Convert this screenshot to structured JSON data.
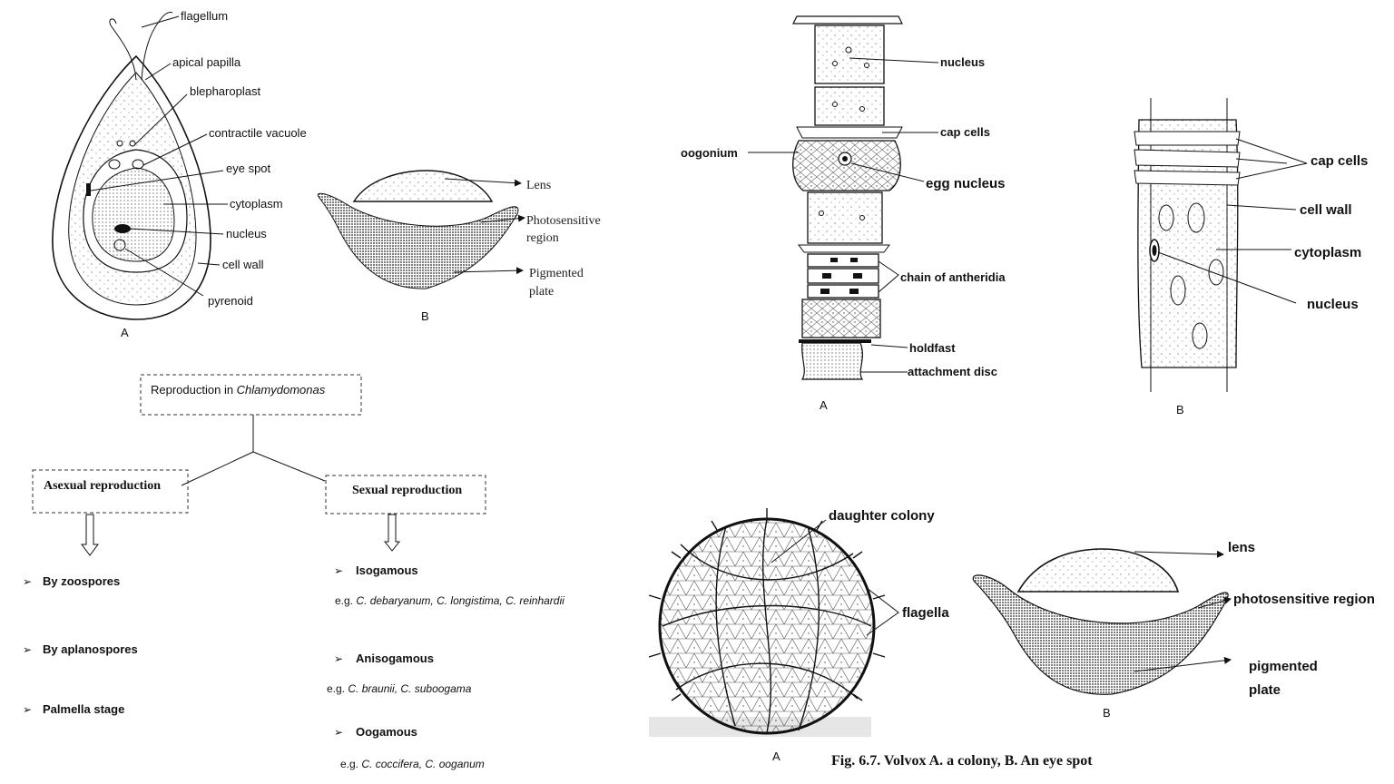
{
  "chlamy": {
    "labels": {
      "flagellum": "flagellum",
      "apical_papilla": "apical papilla",
      "blepharoplast": "blepharoplast",
      "contractile_vacuole": "contractile vacuole",
      "eye_spot": "eye spot",
      "cytoplasm": "cytoplasm",
      "nucleus": "nucleus",
      "cell_wall": "cell wall",
      "pyrenoid": "pyrenoid"
    },
    "letter": "A"
  },
  "eyespot_small": {
    "lens": "Lens",
    "photo1": "Photosensitive",
    "photo2": "region",
    "pig1": "Pigmented",
    "pig2": "plate",
    "letter": "B"
  },
  "flowchart": {
    "title_plain": "Reproduction in ",
    "title_italic": "Chlamydomonas",
    "asexual": "Asexual reproduction",
    "sexual": "Sexual reproduction",
    "asexual_items": [
      "By zoospores",
      "By  aplanospores",
      "Palmella stage"
    ],
    "sexual_items": [
      {
        "name": "Isogamous",
        "eg": "e.g. ",
        "species": "C. debaryanum, C. longistima,  C. reinhardii"
      },
      {
        "name": "Anisogamous",
        "eg": "e.g. ",
        "species": "C. braunii, C. suboogama"
      },
      {
        "name": "Oogamous",
        "eg": "e.g. ",
        "species": "C. coccifera, C. ooganum"
      }
    ]
  },
  "oedogonium": {
    "nucleus": "nucleus",
    "cap_cells": "cap cells",
    "oogonium": "oogonium",
    "egg_nucleus": "egg nucleus",
    "antheridia": "chain of antheridia",
    "holdfast": "holdfast",
    "disc": "attachment disc",
    "letter": "A"
  },
  "cellB": {
    "cap_cells": "cap cells",
    "cell_wall": "cell wall",
    "cytoplasm": "cytoplasm",
    "nucleus": "nucleus",
    "letter": "B"
  },
  "volvox": {
    "daughter": "daughter colony",
    "flagella": "flagella",
    "letter": "A",
    "lens": "lens",
    "photo": "photosensitive region",
    "pig1": "pigmented",
    "pig2": "plate",
    "letterB": "B",
    "caption": "Fig. 6.7. Volvox A. a colony, B. An eye spot"
  }
}
